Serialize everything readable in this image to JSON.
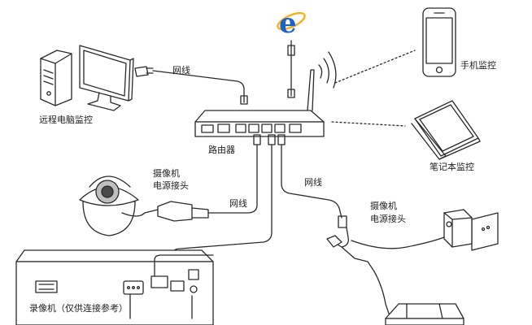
{
  "labels": {
    "remote_pc": "远程电脑监控",
    "cable_top": "网线",
    "router": "路由器",
    "mobile": "手机监控",
    "laptop": "笔记本监控",
    "dome_label_1": "摄像机",
    "dome_label_2": "电源接头",
    "cable_mid": "网线",
    "cable_right": "网线",
    "bullet_label_1": "摄像机",
    "bullet_label_2": "电源接头",
    "recorder": "录像机（仅供连接参考）"
  },
  "icons": [
    "ie-browser-icon",
    "desktop-pc-icon",
    "wifi-signal-icon",
    "smartphone-icon",
    "laptop-icon"
  ],
  "colors": {
    "ie_blue": "#1d62c4",
    "ie_ring": "#f2b32a",
    "line": "#2a2a2a"
  }
}
